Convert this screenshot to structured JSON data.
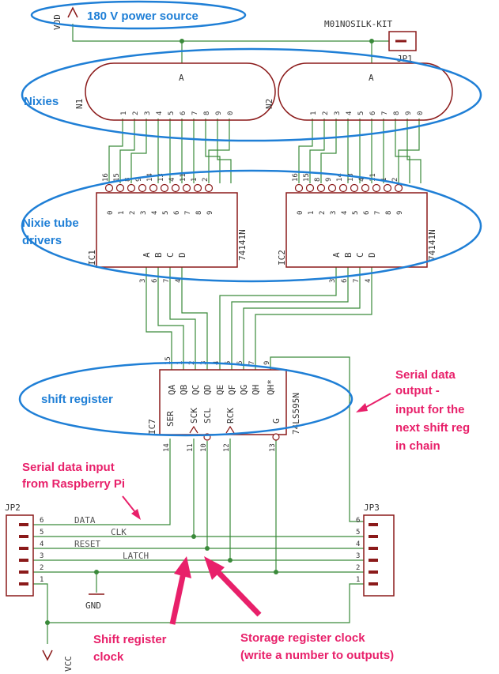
{
  "power": {
    "vdd": "VDD",
    "vcc": "VCC",
    "gnd": "GND"
  },
  "jumper_kit": {
    "name": "M01NOSILK-KIT",
    "ref": "JP1"
  },
  "nixies": [
    {
      "ref": "N1",
      "anode": "A",
      "pins": [
        "1",
        "2",
        "3",
        "4",
        "5",
        "6",
        "7",
        "8",
        "9",
        "0"
      ]
    },
    {
      "ref": "N2",
      "anode": "A",
      "pins": [
        "1",
        "2",
        "3",
        "4",
        "5",
        "6",
        "7",
        "8",
        "9",
        "0"
      ]
    }
  ],
  "drivers": [
    {
      "ref": "IC1",
      "part": "74141N",
      "outputs": [
        "0",
        "1",
        "2",
        "3",
        "4",
        "5",
        "6",
        "7",
        "8",
        "9"
      ],
      "output_pins": [
        "16",
        "15",
        "8",
        "9",
        "14",
        "13",
        "4",
        "11",
        "1",
        "2"
      ],
      "inputs": [
        "A",
        "B",
        "C",
        "D"
      ],
      "input_pins": [
        "3",
        "6",
        "7",
        "4"
      ]
    },
    {
      "ref": "IC2",
      "part": "74141N",
      "outputs": [
        "0",
        "1",
        "2",
        "3",
        "4",
        "5",
        "6",
        "7",
        "8",
        "9"
      ],
      "output_pins": [
        "16",
        "15",
        "8",
        "9",
        "14",
        "13",
        "4",
        "11",
        "1",
        "2"
      ],
      "inputs": [
        "A",
        "B",
        "C",
        "D"
      ],
      "input_pins": [
        "3",
        "6",
        "7",
        "4"
      ]
    }
  ],
  "shift_register": {
    "ref": "IC7",
    "part": "74LS595N",
    "pins_top": [
      "15",
      "1",
      "2",
      "3",
      "4",
      "5",
      "6",
      "7",
      "9"
    ],
    "labels_top": [
      "QA",
      "QB",
      "QC",
      "QD",
      "QE",
      "QF",
      "QG",
      "QH",
      "QH*"
    ],
    "labels_bottom": [
      "SER",
      "SCK",
      "SCL",
      "RCK",
      "G"
    ],
    "pins_bottom": [
      "14",
      "11",
      "10",
      "12",
      "13"
    ]
  },
  "connectors": {
    "jp2": {
      "ref": "JP2",
      "pins": [
        "6",
        "5",
        "4",
        "3",
        "2",
        "1"
      ]
    },
    "jp3": {
      "ref": "JP3",
      "pins": [
        "6",
        "5",
        "4",
        "3",
        "2",
        "1"
      ]
    },
    "signals": [
      "DATA",
      "CLK",
      "RESET",
      "LATCH"
    ]
  },
  "annotations": {
    "power": "180 V power source",
    "nixies": "Nixies",
    "drivers_line1": "Nixie tube",
    "drivers_line2": "drivers",
    "shift": "shift register",
    "serial_out": [
      "Serial data",
      "output -",
      "input for the",
      "next shift reg",
      "in chain"
    ],
    "serial_in": [
      "Serial data  input",
      "from Raspberry Pi"
    ],
    "shift_clock": [
      "Shift register",
      "clock"
    ],
    "storage_clock": [
      "Storage register clock",
      "(write a number to outputs)"
    ]
  },
  "colors": {
    "wire": "#3a8a3a",
    "part": "#8b1a1a",
    "annotation_blue": "#1f7fd6",
    "annotation_pink": "#e8206a"
  }
}
